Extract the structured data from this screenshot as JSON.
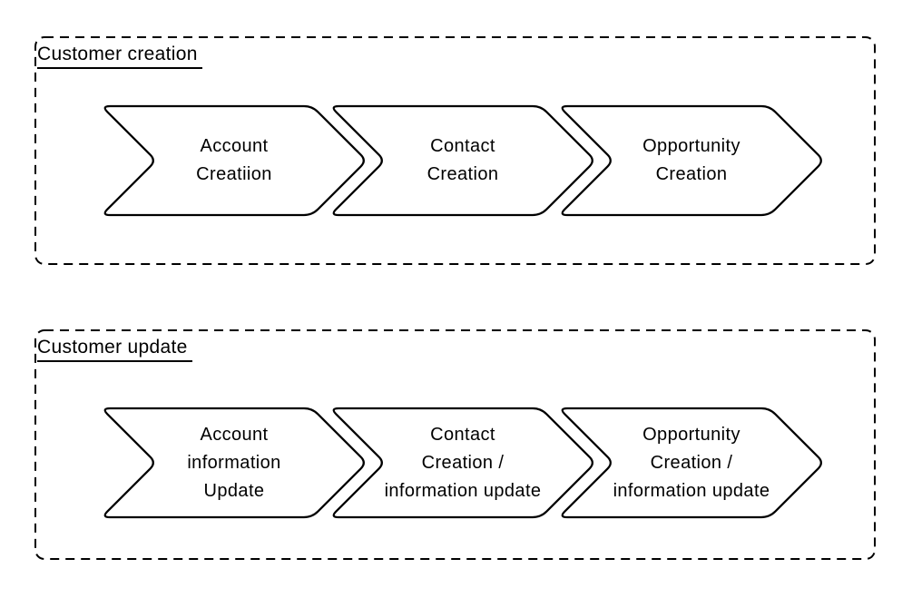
{
  "colors": {
    "background": "#ffffff",
    "stroke": "#000000",
    "fill": "#ffffff",
    "text": "#000000"
  },
  "diagram": {
    "groups": [
      {
        "title": "Customer creation",
        "steps": [
          {
            "lines": [
              "Account",
              "Creatiion"
            ]
          },
          {
            "lines": [
              "Contact",
              "Creation"
            ]
          },
          {
            "lines": [
              "Opportunity",
              "Creation"
            ]
          }
        ]
      },
      {
        "title": "Customer update",
        "steps": [
          {
            "lines": [
              "Account",
              "information",
              "Update"
            ]
          },
          {
            "lines": [
              "Contact",
              "Creation /",
              "information update"
            ]
          },
          {
            "lines": [
              "Opportunity",
              "Creation /",
              "information update"
            ]
          }
        ]
      }
    ]
  }
}
